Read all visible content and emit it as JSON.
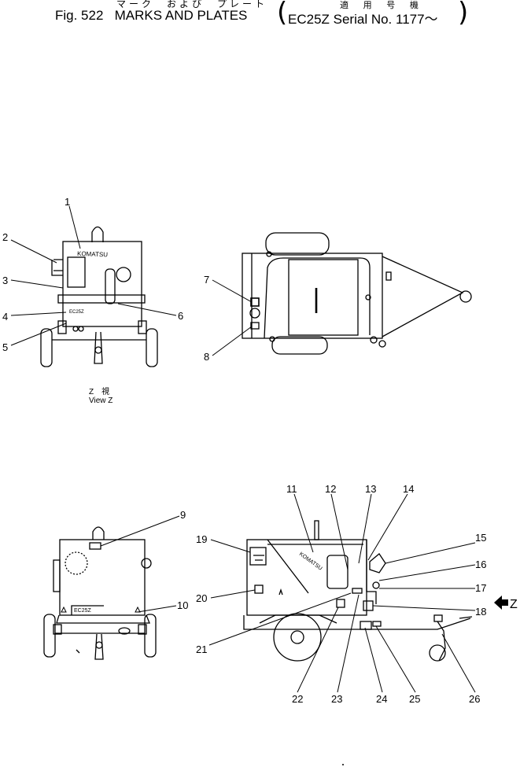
{
  "header": {
    "title_jp": "マーク　および　プレート",
    "fig_label": "Fig. 522",
    "title_en": "MARKS AND PLATES",
    "applicability_jp": "適 用 号 機",
    "applicability_en": "EC25Z Serial No. 1177～",
    "paren_open": "(",
    "paren_close": ")"
  },
  "plates": {
    "brand": "KOMATSU",
    "model": "EC25Z"
  },
  "view_z": {
    "caption_jp": "Z　視",
    "caption_en": "View  Z"
  },
  "arrow_label": "Z",
  "callouts": [
    "1",
    "2",
    "3",
    "4",
    "5",
    "6",
    "7",
    "8",
    "9",
    "10",
    "11",
    "12",
    "13",
    "14",
    "15",
    "16",
    "17",
    "18",
    "19",
    "20",
    "21",
    "22",
    "23",
    "24",
    "25",
    "26"
  ]
}
